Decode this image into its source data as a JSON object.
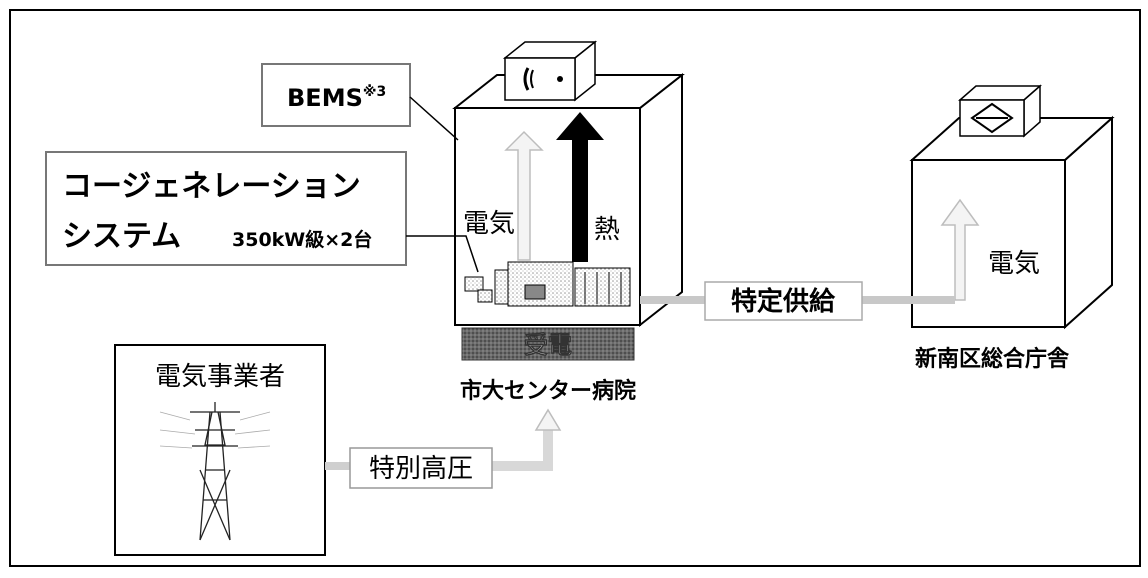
{
  "bems": {
    "label": "BEMS",
    "superscript": "※3"
  },
  "cogeneration": {
    "line1": "コージェネレーション",
    "line2": "システム",
    "spec": "350kW級×2台"
  },
  "hospital": {
    "name": "市大センター病院",
    "electricity": "電気",
    "heat": "熱",
    "receiving": "受電"
  },
  "supplier": {
    "name": "電気事業者"
  },
  "extra_high_voltage": "特別高圧",
  "specified_supply": "特定供給",
  "ward_office": {
    "name": "新南区総合庁舎",
    "electricity": "電気"
  },
  "colors": {
    "line": "#000000",
    "heat_arrow": "#000000",
    "receiving_box": "#5a5a5a",
    "flow_arrow": "#d8d8d8"
  }
}
